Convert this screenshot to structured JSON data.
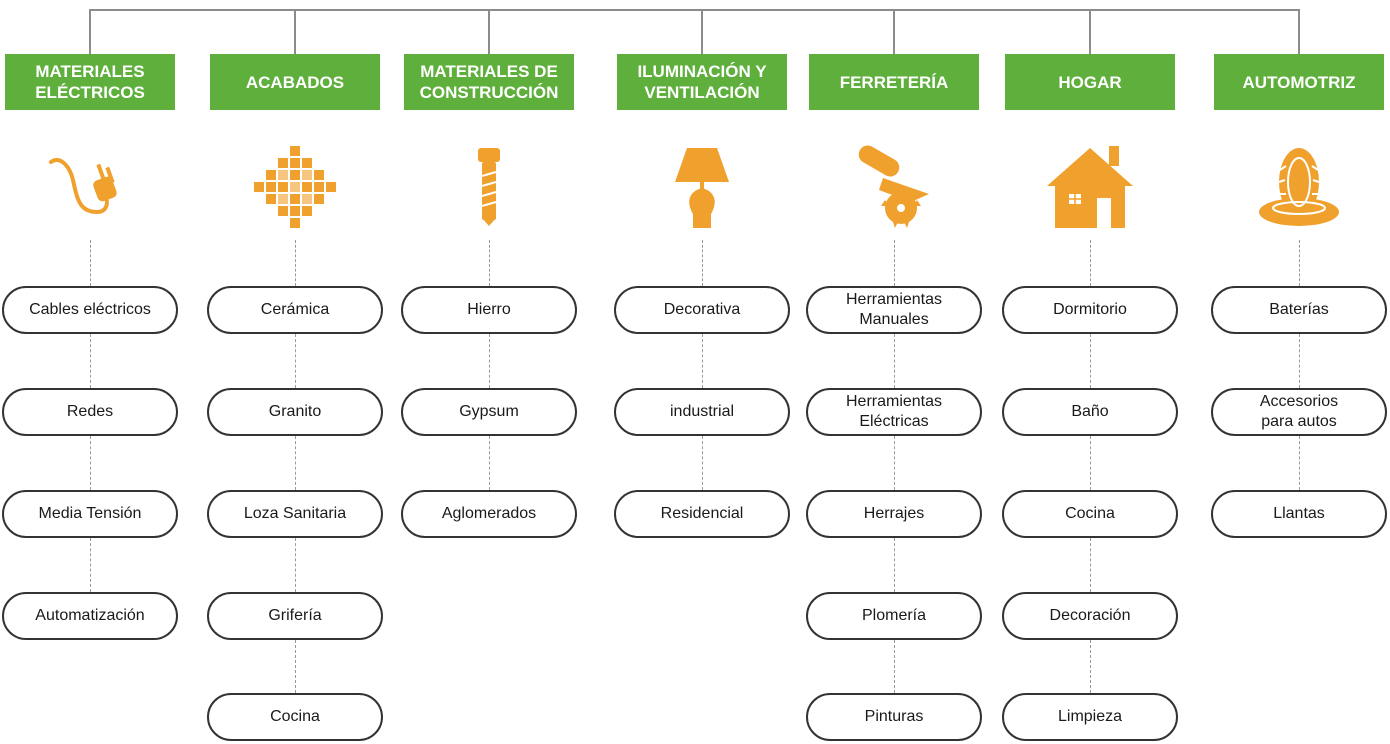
{
  "colors": {
    "header_bg": "#5faf3c",
    "icon_orange": "#f0a02c",
    "line": "#8c8c8c"
  },
  "columns": [
    {
      "title": "MATERIALES\nELÉCTRICOS",
      "icon": "plug-icon",
      "items": [
        "Cables eléctricos",
        "Redes",
        "Media Tensión",
        "Automatización"
      ]
    },
    {
      "title": "ACABADOS",
      "icon": "tile-icon",
      "items": [
        "Cerámica",
        "Granito",
        "Loza Sanitaria",
        "Grifería",
        "Cocina"
      ]
    },
    {
      "title": "MATERIALES DE\nCONSTRUCCIÓN",
      "icon": "screw-icon",
      "items": [
        "Hierro",
        "Gypsum",
        "Aglomerados"
      ]
    },
    {
      "title": "ILUMINACIÓN Y\nVENTILACIÓN",
      "icon": "lamp-icon",
      "items": [
        "Decorativa",
        "industrial",
        "Residencial"
      ]
    },
    {
      "title": "FERRETERÍA",
      "icon": "circular-saw-icon",
      "items": [
        "Herramientas\nManuales",
        "Herramientas\nEléctricas",
        "Herrajes",
        "Plomería",
        "Pinturas"
      ]
    },
    {
      "title": "HOGAR",
      "icon": "house-icon",
      "items": [
        "Dormitorio",
        "Baño",
        "Cocina",
        "Decoración",
        "Limpieza"
      ]
    },
    {
      "title": "AUTOMOTRIZ",
      "icon": "tires-icon",
      "items": [
        "Baterías",
        "Accesorios\npara autos",
        "Llantas"
      ]
    }
  ]
}
